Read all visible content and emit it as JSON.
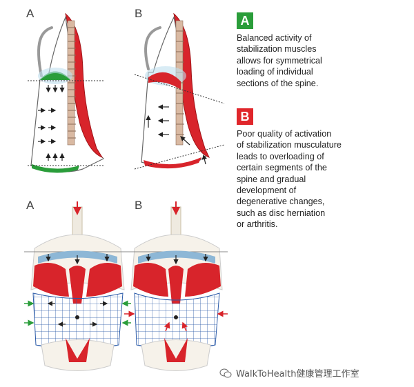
{
  "panels": {
    "top_a_label": "A",
    "top_b_label": "B",
    "bottom_a_label": "A",
    "bottom_b_label": "B"
  },
  "legend": {
    "a": {
      "badge": "A",
      "badge_color": "#2a9d3a",
      "lines": [
        "Balanced activity of",
        "stabilization muscles",
        "allows for symmetrical",
        "loading of individual",
        "sections of the spine."
      ]
    },
    "b": {
      "badge": "B",
      "badge_color": "#e0262b",
      "lines": [
        "Poor quality of activation",
        "of stabilization musculature",
        "leads to overloading of",
        "certain segments of the",
        "spine and gradual",
        "development of",
        "degenerative changes,",
        "such as disc herniation",
        "or arthritis."
      ]
    }
  },
  "footer": {
    "text": "WalkToHealth健康管理工作室"
  },
  "colors": {
    "muscle_red": "#d8242b",
    "diaphragm_green": "#2a9d3a",
    "spine_bone": "#c9a48a",
    "grid_blue": "#2a5aa8"
  }
}
